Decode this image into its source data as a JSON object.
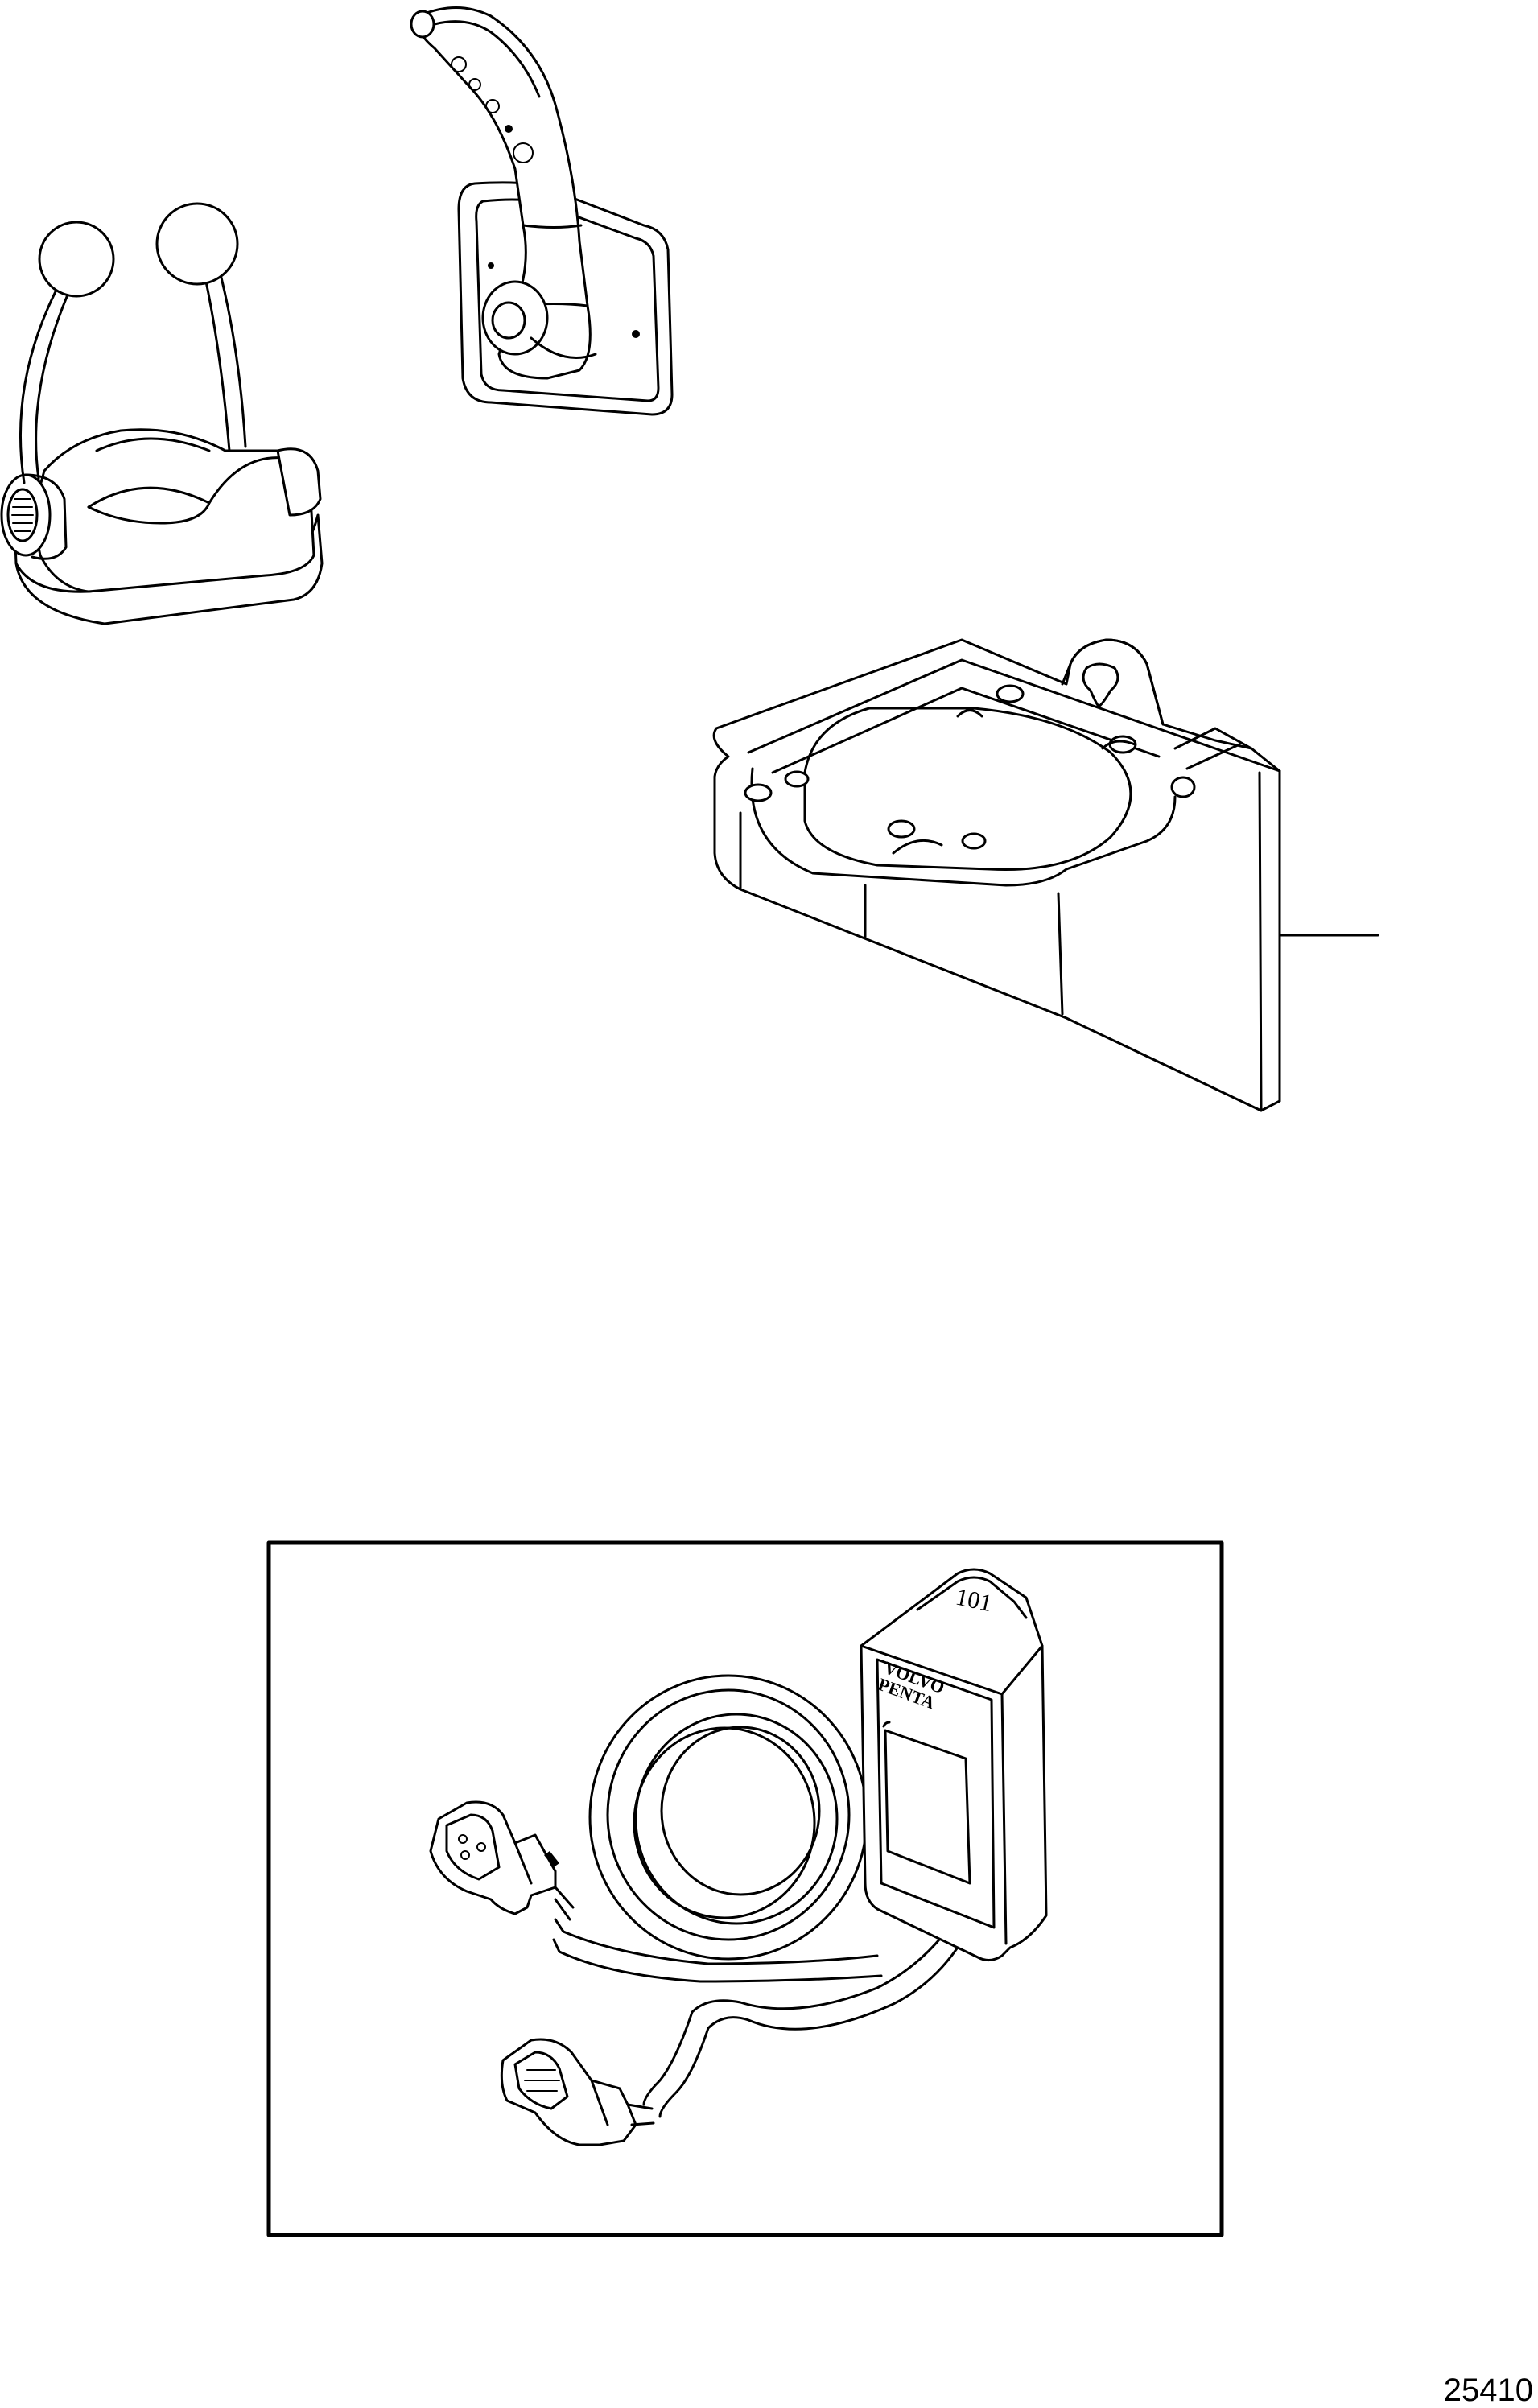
{
  "figure": {
    "number": "25410"
  },
  "module_label": {
    "brand_line_1": "VOLVO",
    "brand_line_2": "PENTA",
    "logo_mark": "101"
  },
  "parts": [
    {
      "id": "twin-lever-control",
      "icon": "twin-lever-control-icon"
    },
    {
      "id": "single-lever-side-mount-control",
      "icon": "side-mount-control-icon"
    },
    {
      "id": "control-mounting-bracket",
      "icon": "mounting-bracket-icon"
    },
    {
      "id": "control-module-with-harness",
      "icon": "control-module-icon"
    }
  ]
}
